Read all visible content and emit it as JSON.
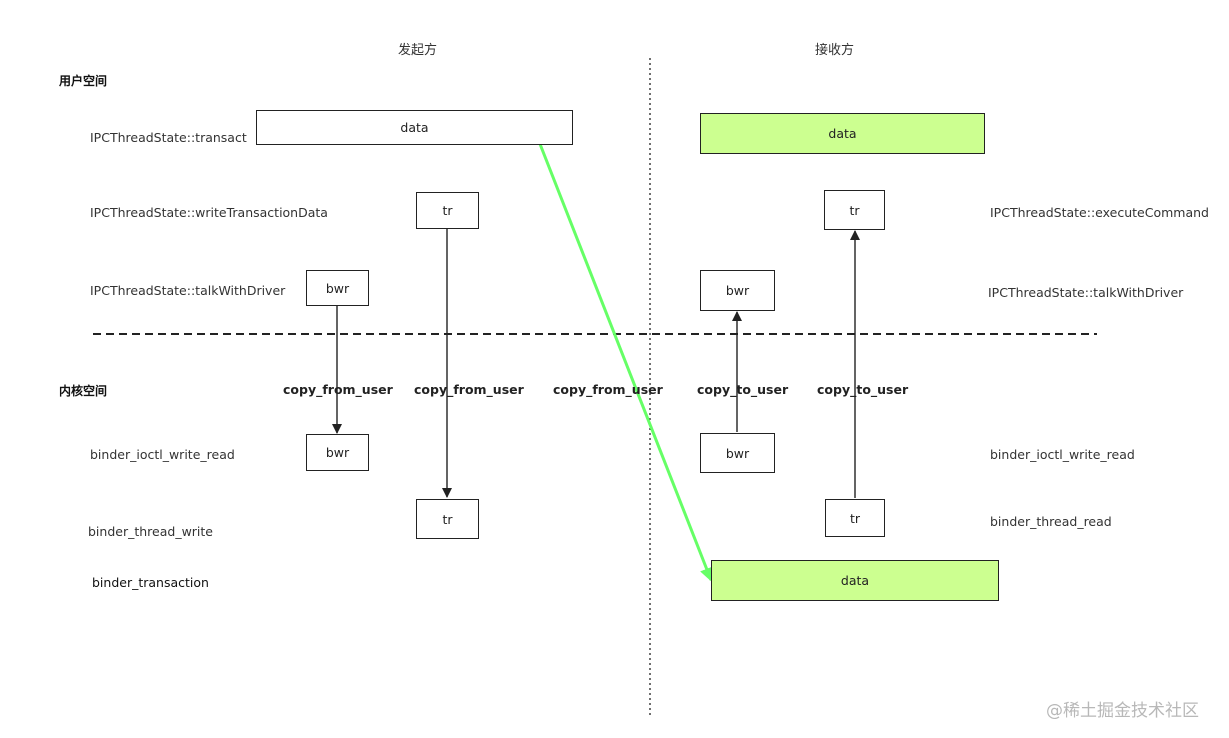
{
  "headers": {
    "sender": "发起方",
    "receiver": "接收方"
  },
  "sections": {
    "user_space": "用户空间",
    "kernel_space": "内核空间"
  },
  "left_functions": {
    "transact": "IPCThreadState::transact",
    "write_transaction_data": "IPCThreadState::writeTransactionData",
    "talk_with_driver": "IPCThreadState::talkWithDriver",
    "ioctl_write_read": "binder_ioctl_write_read",
    "thread_write": "binder_thread_write",
    "transaction": "binder_transaction"
  },
  "right_functions": {
    "execute_command": "IPCThreadState::executeCommand",
    "talk_with_driver": "IPCThreadState::talkWithDriver",
    "ioctl_write_read": "binder_ioctl_write_read",
    "thread_read": "binder_thread_read"
  },
  "copy_labels": {
    "bwr_from_user": "copy_from_user",
    "tr_from_user": "copy_from_user",
    "data_from_user": "copy_from_user",
    "bwr_to_user": "copy_to_user",
    "tr_to_user": "copy_to_user"
  },
  "boxes": {
    "sender_data": "data",
    "sender_tr_user": "tr",
    "sender_bwr_user": "bwr",
    "sender_bwr_kernel": "bwr",
    "sender_tr_kernel": "tr",
    "receiver_data_user": "data",
    "receiver_tr_user": "tr",
    "receiver_bwr_user": "bwr",
    "receiver_bwr_kernel": "bwr",
    "receiver_tr_kernel": "tr",
    "receiver_data_kernel": "data"
  },
  "colors": {
    "highlight_fill": "#ccff90",
    "data_arrow": "#66ff66",
    "line": "#222222"
  },
  "watermark": "@稀土掘金技术社区"
}
